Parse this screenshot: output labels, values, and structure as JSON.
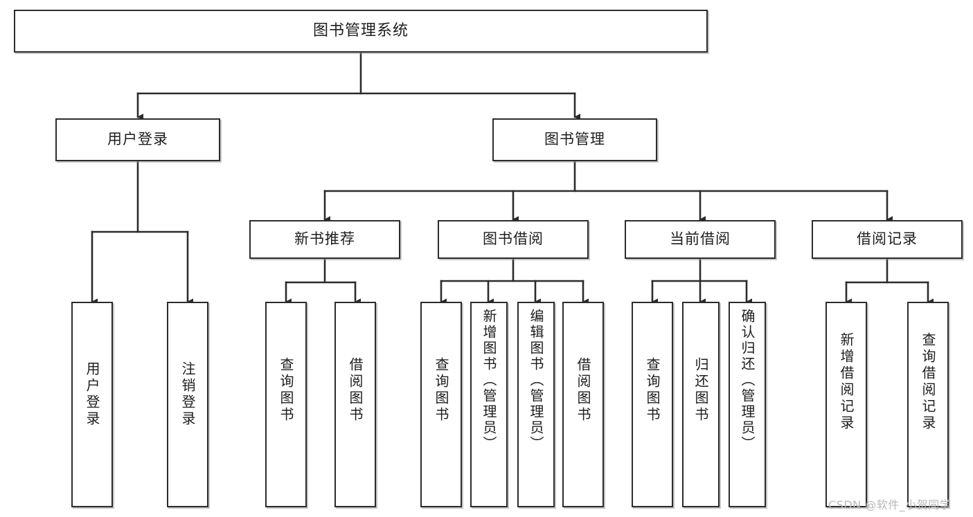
{
  "diagram": {
    "title_node": {
      "label": "图书管理系统"
    },
    "level1": [
      {
        "id": "user-login",
        "label": "用户登录"
      },
      {
        "id": "book-manage",
        "label": "图书管理"
      }
    ],
    "level2": [
      {
        "id": "new-book-recommend",
        "label": "新书推荐"
      },
      {
        "id": "book-borrow",
        "label": "图书借阅"
      },
      {
        "id": "current-borrow",
        "label": "当前借阅"
      },
      {
        "id": "borrow-record",
        "label": "借阅记录"
      }
    ],
    "leaves": [
      {
        "id": "leaf-user-login",
        "label": "用户登录",
        "parent": "user-login"
      },
      {
        "id": "leaf-logout-login",
        "label": "注销登录",
        "parent": "user-login"
      },
      {
        "id": "leaf-query-book-1",
        "label": "查询图书",
        "parent": "new-book-recommend"
      },
      {
        "id": "leaf-borrow-book-1",
        "label": "借阅图书",
        "parent": "new-book-recommend"
      },
      {
        "id": "leaf-query-book-2",
        "label": "查询图书",
        "parent": "book-borrow"
      },
      {
        "id": "leaf-add-book",
        "label": "新增图书（管理员）",
        "parent": "book-borrow"
      },
      {
        "id": "leaf-edit-book",
        "label": "编辑图书（管理员）",
        "parent": "book-borrow"
      },
      {
        "id": "leaf-borrow-book-2",
        "label": "借阅图书",
        "parent": "book-borrow"
      },
      {
        "id": "leaf-query-book-3",
        "label": "查询图书",
        "parent": "current-borrow"
      },
      {
        "id": "leaf-return-book",
        "label": "归还图书",
        "parent": "current-borrow"
      },
      {
        "id": "leaf-confirm-return",
        "label": "确认归还（管理员）",
        "parent": "current-borrow"
      },
      {
        "id": "leaf-add-record",
        "label": "新增借阅记录",
        "parent": "borrow-record"
      },
      {
        "id": "leaf-query-record",
        "label": "查询借阅记录",
        "parent": "borrow-record"
      }
    ],
    "watermark": "CSDN @软件_小贺同学",
    "colors": {
      "stroke": "#2b2b2b",
      "fill": "#ffffff",
      "text": "#1d1d1d",
      "watermark": "#b9b9b9"
    }
  }
}
